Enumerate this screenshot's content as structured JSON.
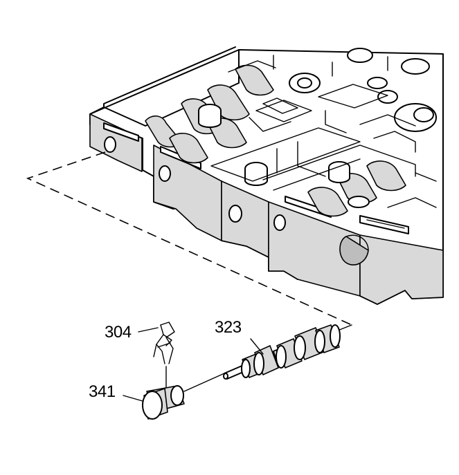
{
  "callouts": {
    "retainer_clip": "304",
    "valve": "323",
    "bore_plug": "341"
  }
}
